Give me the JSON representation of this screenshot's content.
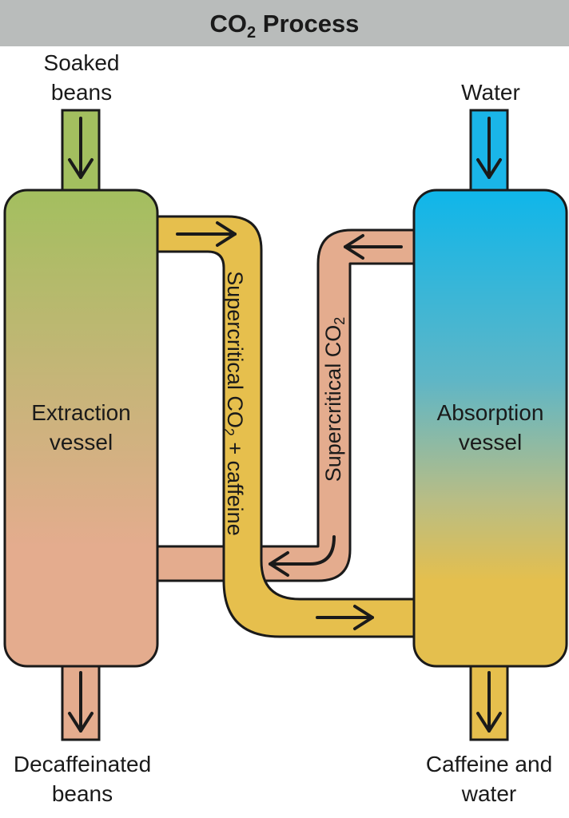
{
  "title": {
    "main": "CO",
    "sub": "2",
    "rest": " Process"
  },
  "inputs": {
    "soaked_beans": [
      "Soaked",
      "beans"
    ],
    "water": "Water"
  },
  "outputs": {
    "decaffeinated_beans": [
      "Decaffeinated",
      "beans"
    ],
    "caffeine_and_water": [
      "Caffeine and",
      "water"
    ]
  },
  "vessels": {
    "extraction": [
      "Extraction",
      "vessel"
    ],
    "absorption": [
      "Absorption",
      "vessel"
    ]
  },
  "pipes": {
    "co2_caffeine": {
      "pre": "Supercritical CO",
      "sub": "2",
      "post": " + caffeine"
    },
    "co2": {
      "pre": "Supercritical CO",
      "sub": "2"
    }
  },
  "colors": {
    "green": "#a3bf5f",
    "salmon": "#e4ac8e",
    "yellow": "#e6bf4d",
    "blue": "#1ab5e8",
    "outline": "#1a1a1a",
    "title_bar": "#b9bcbb"
  }
}
